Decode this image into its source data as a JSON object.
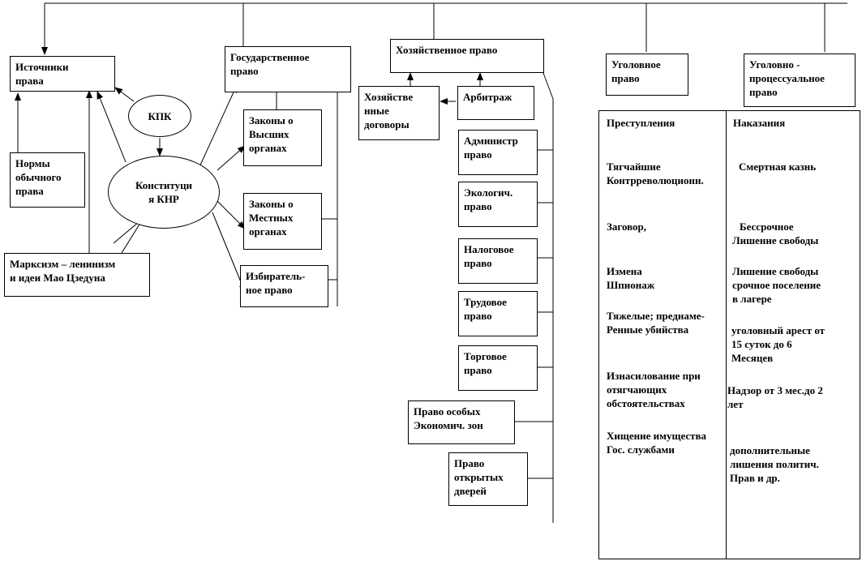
{
  "nodes": {
    "sources": "Источники\nправа",
    "state_law": "Государственное\nправо",
    "economic_law": "Хозяйственное право",
    "criminal_law": "Уголовное\nправо",
    "criminal_procedure": "Уголовно -\nпроцессуальное\nправо",
    "kpk": "КПК",
    "constitution": "Конституци\nя КНР",
    "customary_norms": "Нормы\nобычного\nправа",
    "marxism": "Марксизм – ленинизм\nи идеи Мао Цзедуна",
    "higher_organs_laws": "Законы о\nВысших\nорганах",
    "local_organs_laws": "Законы о\nМестных\nорганах",
    "electoral_law": "Избиратель-\nное право",
    "economic_contracts": "Хозяйстве\nнные\nдоговоры",
    "arbitration": "Арбитраж",
    "administrative_law": "Администр\nправо",
    "ecological_law": "Экологич.\nправо",
    "tax_law": "Налоговое\nправо",
    "labor_law": "Трудовое\nправо",
    "trade_law": "Торговое\nправо",
    "sez_law": "Право особых\nЭкономич. зон",
    "open_doors_law": "Право\nоткрытых\nдверей"
  },
  "table": {
    "col_crimes": "Преступления",
    "col_punishments": "Наказания",
    "rows": [
      {
        "crime": "Тягчайшие\nКонтрреволюционн.",
        "punishment": "Смертная казнь"
      },
      {
        "crime": "Заговор,",
        "punishment": "Бессрочное\nЛишение свободы"
      },
      {
        "crime": "Измена\nШпионаж",
        "punishment": "Лишение свободы\nсрочное поселение\nв лагере"
      },
      {
        "crime": "Тяжелые; преднаме-\nРенные убийства",
        "punishment": "уголовный арест от\n15 суток до 6\nМесяцев"
      },
      {
        "crime": "Изнасилование при\nотягчающих\nобстоятельствах",
        "punishment": "Надзор от 3 мес.до 2\nлет"
      },
      {
        "crime": "Хищение имущества\nГос. службами",
        "punishment": "дополнительные\nлишения политич.\nПрав и др."
      }
    ]
  }
}
